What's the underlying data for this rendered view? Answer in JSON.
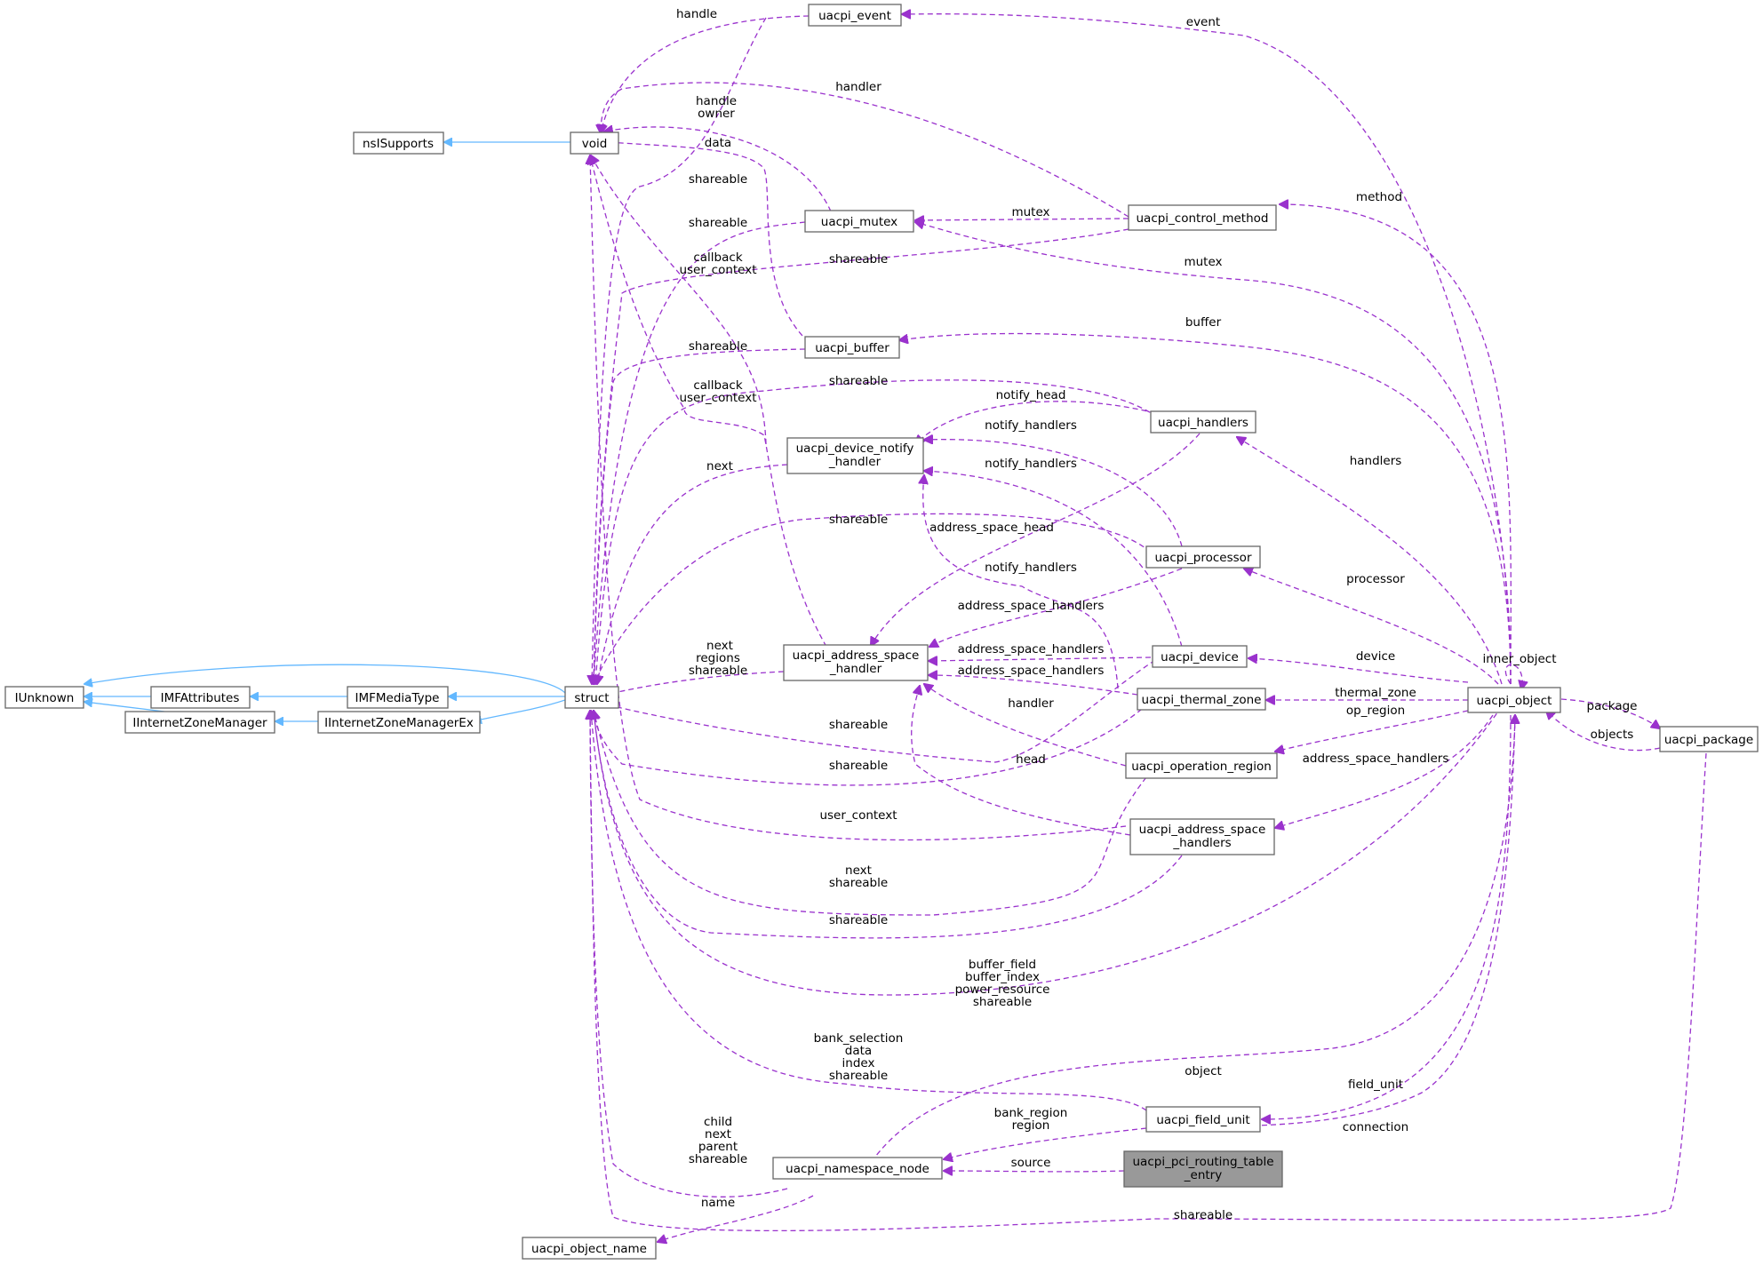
{
  "colors": {
    "inheritance": "#63b8ff",
    "member": "#9a32cd",
    "focus_fill": "#999999",
    "node_border": "#666666"
  },
  "nodes": {
    "iunknown": "IUnknown",
    "imfattributes": "IMFAttributes",
    "iinternetzonemanager": "IInternetZoneManager",
    "imfmediatype": "IMFMediaType",
    "iinternetzonemanagerex": "IInternetZoneManagerEx",
    "nsisupports": "nsISupports",
    "void": "void",
    "struct": "struct",
    "uacpi_event": "uacpi_event",
    "uacpi_mutex": "uacpi_mutex",
    "uacpi_buffer": "uacpi_buffer",
    "uacpi_device_notify_handler": [
      "uacpi_device_notify",
      "_handler"
    ],
    "uacpi_address_space_handler": [
      "uacpi_address_space",
      "_handler"
    ],
    "uacpi_namespace_node": "uacpi_namespace_node",
    "uacpi_object_name": "uacpi_object_name",
    "uacpi_control_method": "uacpi_control_method",
    "uacpi_handlers": "uacpi_handlers",
    "uacpi_processor": "uacpi_processor",
    "uacpi_device": "uacpi_device",
    "uacpi_thermal_zone": "uacpi_thermal_zone",
    "uacpi_operation_region": "uacpi_operation_region",
    "uacpi_address_space_handlers": [
      "uacpi_address_space",
      "_handlers"
    ],
    "uacpi_field_unit": "uacpi_field_unit",
    "uacpi_pci_routing_table_entry": [
      "uacpi_pci_routing_table",
      "_entry"
    ],
    "uacpi_object": "uacpi_object",
    "uacpi_package": "uacpi_package"
  },
  "edge_labels": {
    "event_handle": "handle",
    "event": "event",
    "handler": "handler",
    "mutex_handle_owner": [
      "handle",
      "owner"
    ],
    "buffer_data": "data",
    "event_shareable": "shareable",
    "mutex_shareable": "shareable",
    "method_shareable": "shareable",
    "notify_callback": [
      "callback",
      "user_context"
    ],
    "buffer_shareable": "shareable",
    "handlers_shareable": "shareable",
    "as_callback": [
      "callback",
      "user_context"
    ],
    "notify_next": "next",
    "processor_shareable": "shareable",
    "as_next": [
      "next",
      "regions",
      "shareable"
    ],
    "device_shareable": "shareable",
    "thermal_shareable": "shareable",
    "opregion_user_context": "user_context",
    "opregion_next": [
      "next",
      "shareable"
    ],
    "ash_shareable": "shareable",
    "object_shareable": [
      "buffer_field",
      "buffer_index",
      "power_resource",
      "shareable"
    ],
    "field_shareable": [
      "bank_selection",
      "data",
      "index",
      "shareable"
    ],
    "ns_shareable": [
      "child",
      "next",
      "parent",
      "shareable"
    ],
    "ns_name": "name",
    "package_shareable": "shareable",
    "method": "method",
    "mutex": "mutex",
    "mutex2": "mutex",
    "buffer": "buffer",
    "notify_head": "notify_head",
    "notify_handlers1": "notify_handlers",
    "notify_handlers2": "notify_handlers",
    "notify_handlers3": "notify_handlers",
    "address_space_head": "address_space_head",
    "address_space_handlers1": "address_space_handlers",
    "address_space_handlers2": "address_space_handlers",
    "address_space_handlers3": "address_space_handlers",
    "address_space_handlers4": "address_space_handlers",
    "opregion_handler": "handler",
    "ash_head": "head",
    "handlers": "handlers",
    "processor": "processor",
    "device": "device",
    "thermal_zone": "thermal_zone",
    "op_region": "op_region",
    "inner_object": "inner_object",
    "package": "package",
    "objects": "objects",
    "object": "object",
    "field_unit": "field_unit",
    "connection": "connection",
    "bank_region": [
      "bank_region",
      "region"
    ],
    "source": "source"
  }
}
